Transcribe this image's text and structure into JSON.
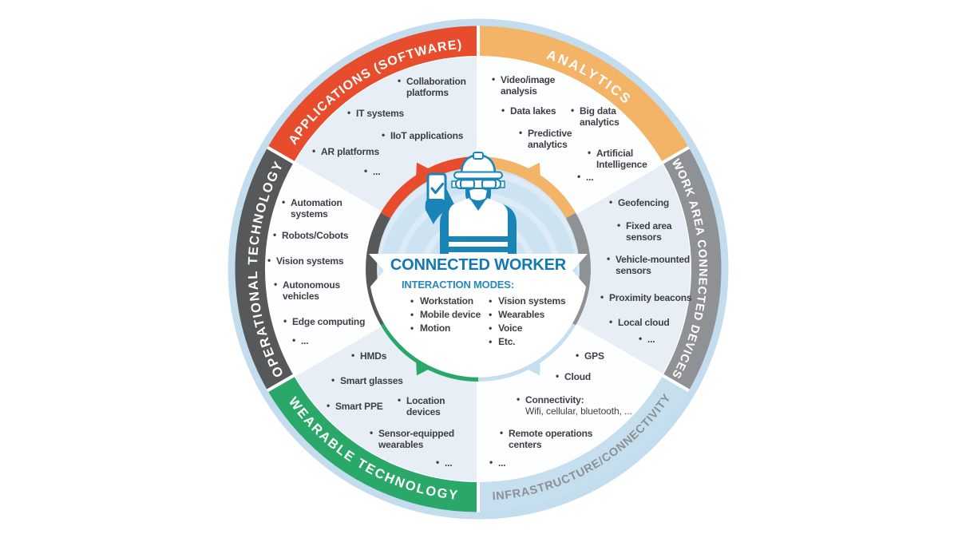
{
  "title": "Connected worker ecosystem wheel",
  "colors": {
    "applications_red": "#e74c2c",
    "analytics_amber": "#f3b467",
    "work_area_gray": "#8e9294",
    "infrastructure_blue": "#c6dfee",
    "wearable_green": "#2aa86a",
    "operational_dark_gray": "#57585a",
    "outer_rim": "#c4ddee",
    "segment_tint": "#e8eef5",
    "center_bg": "#cde3f1",
    "title_blue": "#1478b1"
  },
  "center": {
    "worker_icon": "construction-worker-holding-phone-icon",
    "title": "CONNECTED WORKER",
    "subtitle": "INTERACTION MODES:",
    "modes_col1": [
      "Workstation",
      "Mobile device",
      "Motion"
    ],
    "modes_col2": [
      "Vision systems",
      "Wearables",
      "Voice",
      "Etc."
    ]
  },
  "segments": [
    {
      "id": "applications",
      "label": "APPLICATIONS (SOFTWARE)",
      "band_color": "#e74c2c",
      "items": [
        {
          "text": "Collaboration\nplatforms"
        },
        {
          "text": "IT systems"
        },
        {
          "text": "IIoT applications"
        },
        {
          "text": "AR platforms"
        },
        {
          "text": "..."
        }
      ]
    },
    {
      "id": "analytics",
      "label": "ANALYTICS",
      "band_color": "#f3b467",
      "items": [
        {
          "text": "Video/image\nanalysis"
        },
        {
          "text": "Data lakes"
        },
        {
          "text": "Big data\nanalytics"
        },
        {
          "text": "Predictive\nanalytics"
        },
        {
          "text": "Artificial\nIntelligence"
        },
        {
          "text": "..."
        }
      ]
    },
    {
      "id": "work-area-connected-devices",
      "label": "WORK AREA CONNECTED DEVICES",
      "band_color": "#8e9294",
      "items": [
        {
          "text": "Geofencing"
        },
        {
          "text": "Fixed area\nsensors"
        },
        {
          "text": "Vehicle-mounted\nsensors"
        },
        {
          "text": "Proximity beacons"
        },
        {
          "text": "Local cloud"
        },
        {
          "text": "..."
        }
      ]
    },
    {
      "id": "infrastructure-connectivity",
      "label": "INFRASTRUCTURE/CONNECTIVITY",
      "band_color": "#c6dfee",
      "items": [
        {
          "text": "GPS"
        },
        {
          "text": "Cloud"
        },
        {
          "text": "Connectivity:",
          "sub": "Wifi, cellular, bluetooth, ..."
        },
        {
          "text": "Remote operations\ncenters"
        },
        {
          "text": "..."
        }
      ]
    },
    {
      "id": "wearable-technology",
      "label": "WEARABLE TECHNOLOGY",
      "band_color": "#2aa86a",
      "items": [
        {
          "text": "HMDs"
        },
        {
          "text": "Smart glasses"
        },
        {
          "text": "Smart PPE"
        },
        {
          "text": "Location\ndevices"
        },
        {
          "text": "Sensor-equipped\nwearables"
        },
        {
          "text": "..."
        }
      ]
    },
    {
      "id": "operational-technology",
      "label": "OPERATIONAL TECHNOLOGY",
      "band_color": "#57585a",
      "items": [
        {
          "text": "Automation\nsystems"
        },
        {
          "text": "Robots/Cobots"
        },
        {
          "text": "Vision systems"
        },
        {
          "text": "Autonomous\nvehicles"
        },
        {
          "text": "Edge computing"
        },
        {
          "text": "..."
        }
      ]
    }
  ]
}
